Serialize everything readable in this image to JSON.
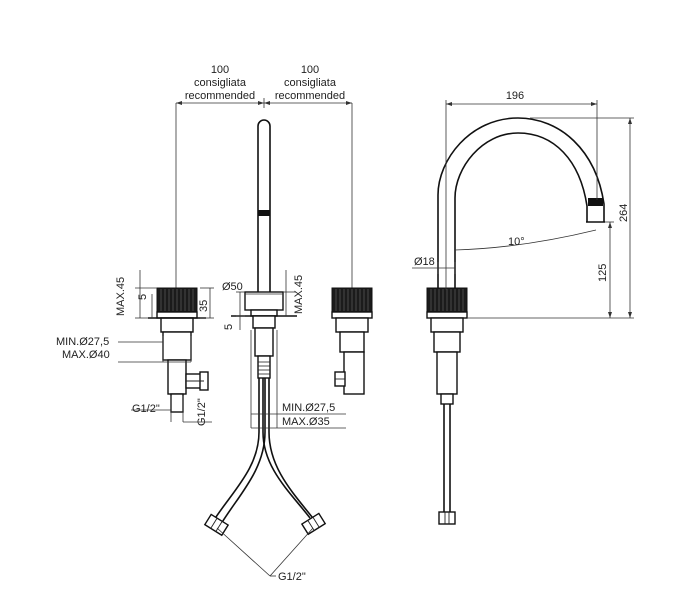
{
  "title": "",
  "labels": {
    "width_left_value": "100",
    "width_left_line1": "consigliata",
    "width_left_line2": "recommended",
    "width_right_value": "100",
    "width_right_line1": "consigliata",
    "width_right_line2": "recommended",
    "max45_left": "MAX.45",
    "dim5_left": "5",
    "dim35": "35",
    "min275_left": "MIN.Ø27,5",
    "max40": "MAX.Ø40",
    "g12_left": "G1/2\"",
    "g12_vert": "G1/2\"",
    "phi50": "Ø50",
    "max45_center": "MAX.45",
    "dim5_center": "5",
    "min275_center": "MIN.Ø27,5",
    "max35": "MAX.Ø35",
    "g12_bottom": "G1/2\"",
    "width_196": "196",
    "height_264": "264",
    "height_125": "125",
    "angle_10": "10°",
    "phi18": "Ø18"
  }
}
